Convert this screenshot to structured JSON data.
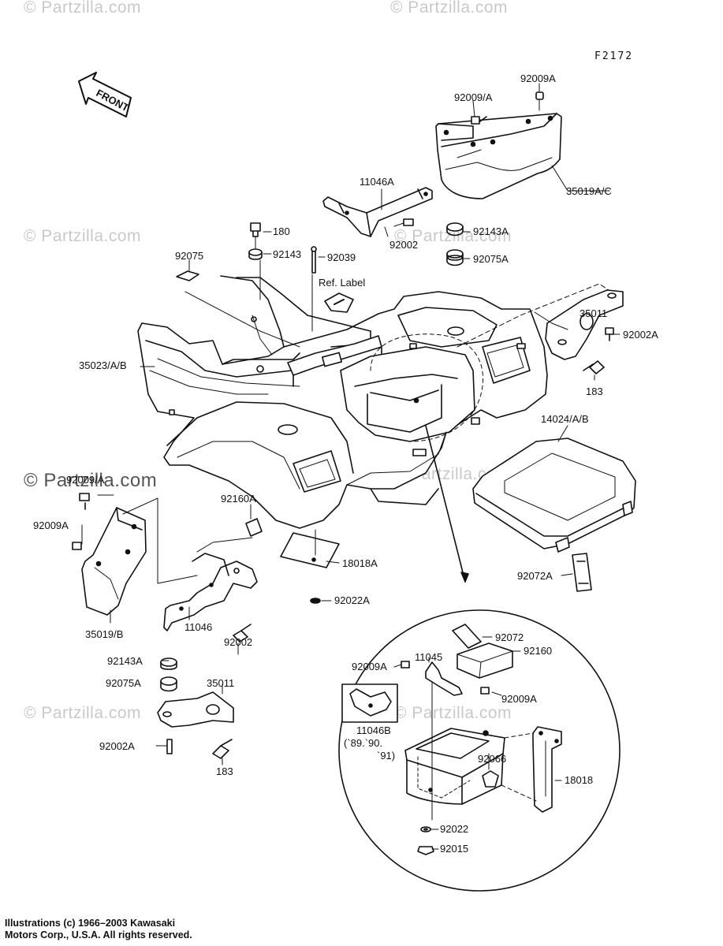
{
  "diagram_id": "F2172",
  "front_indicator": "FRONT",
  "watermarks": [
    "© Partzilla.com",
    "© Partzilla.com",
    "© Partzilla.com",
    "© Partzilla.com",
    "© Partzilla.com",
    "© Partzilla.com",
    "© Partzilla.com",
    "© Partzilla.com"
  ],
  "parts": {
    "p92009A_top": "92009A",
    "p92009A_slash_top": "92009/A",
    "p35019AC": "35019A/C",
    "p11046A": "11046A",
    "p92002_top": "92002",
    "p180": "180",
    "p92143": "92143",
    "p92039": "92039",
    "p92143A_top": "92143A",
    "p92075": "92075",
    "p92075A_top": "92075A",
    "ref_label": "Ref. Label",
    "p35011_top": "35011",
    "p92002A_top": "92002A",
    "p183_top": "183",
    "p35023AB": "35023/A/B",
    "p14024AB": "14024/A/B",
    "p92009A_left_top": "92009/A",
    "p92009A_left": "92009A",
    "p92160A": "92160A",
    "p18018A": "18018A",
    "p92022A": "92022A",
    "p92072A": "92072A",
    "p35019B": "35019/B",
    "p11046": "11046",
    "p92002_mid": "92002",
    "p92143A_bot": "92143A",
    "p35011_bot": "35011",
    "p92075A_bot": "92075A",
    "p92002A_bot": "92002A",
    "p183_bot": "183",
    "p92072": "92072",
    "p11045": "11045",
    "p92160": "92160",
    "p92009A_circle1": "92009A",
    "p92009A_circle2": "92009A",
    "p11046B": "11046B",
    "p11046B_years1": "(`89.`90.",
    "p11046B_years2": "`91)",
    "p92066": "92066",
    "p18018": "18018",
    "p92022": "92022",
    "p92015": "92015"
  },
  "copyright": "Illustrations (c) 1966–2003 Kawasaki\nMotors Corp., U.S.A.  All rights reserved."
}
